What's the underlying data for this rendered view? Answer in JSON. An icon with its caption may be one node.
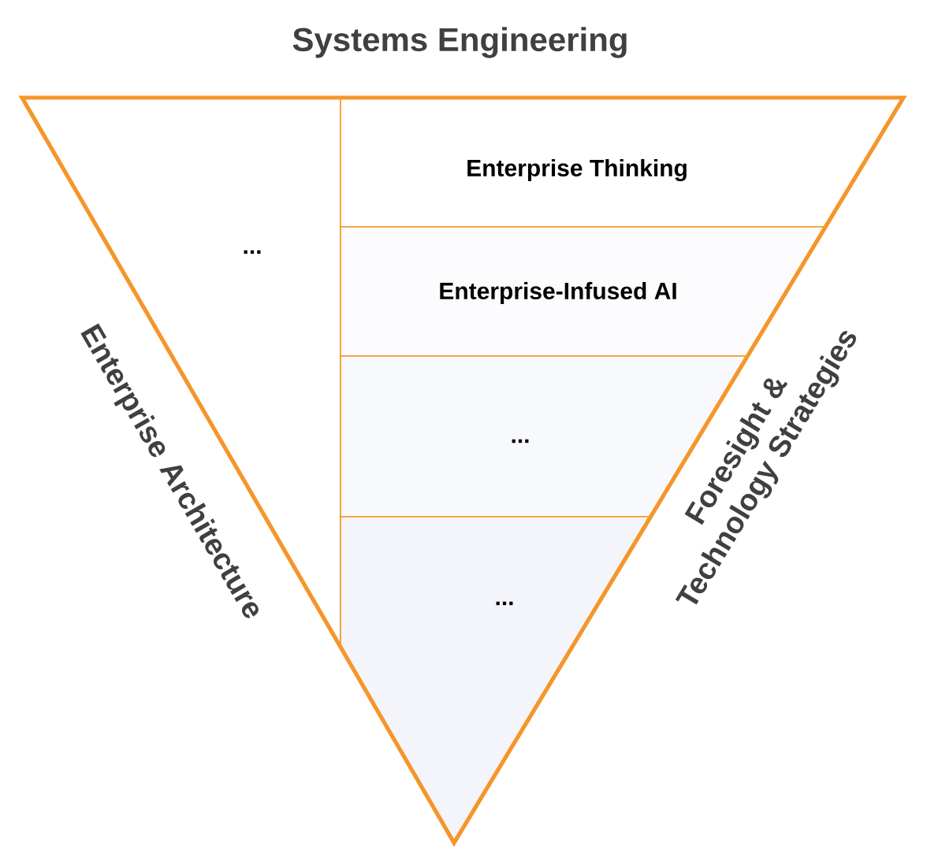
{
  "diagram": {
    "nodes": [
      {
        "text": [
          "Systems Engineering"
        ],
        "beside": [
          "Enterprise Architecture",
          "Foresight & Technology Strategies"
        ]
      },
      {
        "text": [
          "..."
        ],
        "in": 0
      },
      {
        "text": [
          "Enterprise Thinking"
        ],
        "in": 0
      },
      {
        "text": [
          "Enterprise-Infused AI"
        ],
        "in": 0
      },
      {
        "text": [
          "..."
        ],
        "in": 0
      },
      {
        "text": [
          "..."
        ],
        "in": 0
      }
    ]
  }
}
